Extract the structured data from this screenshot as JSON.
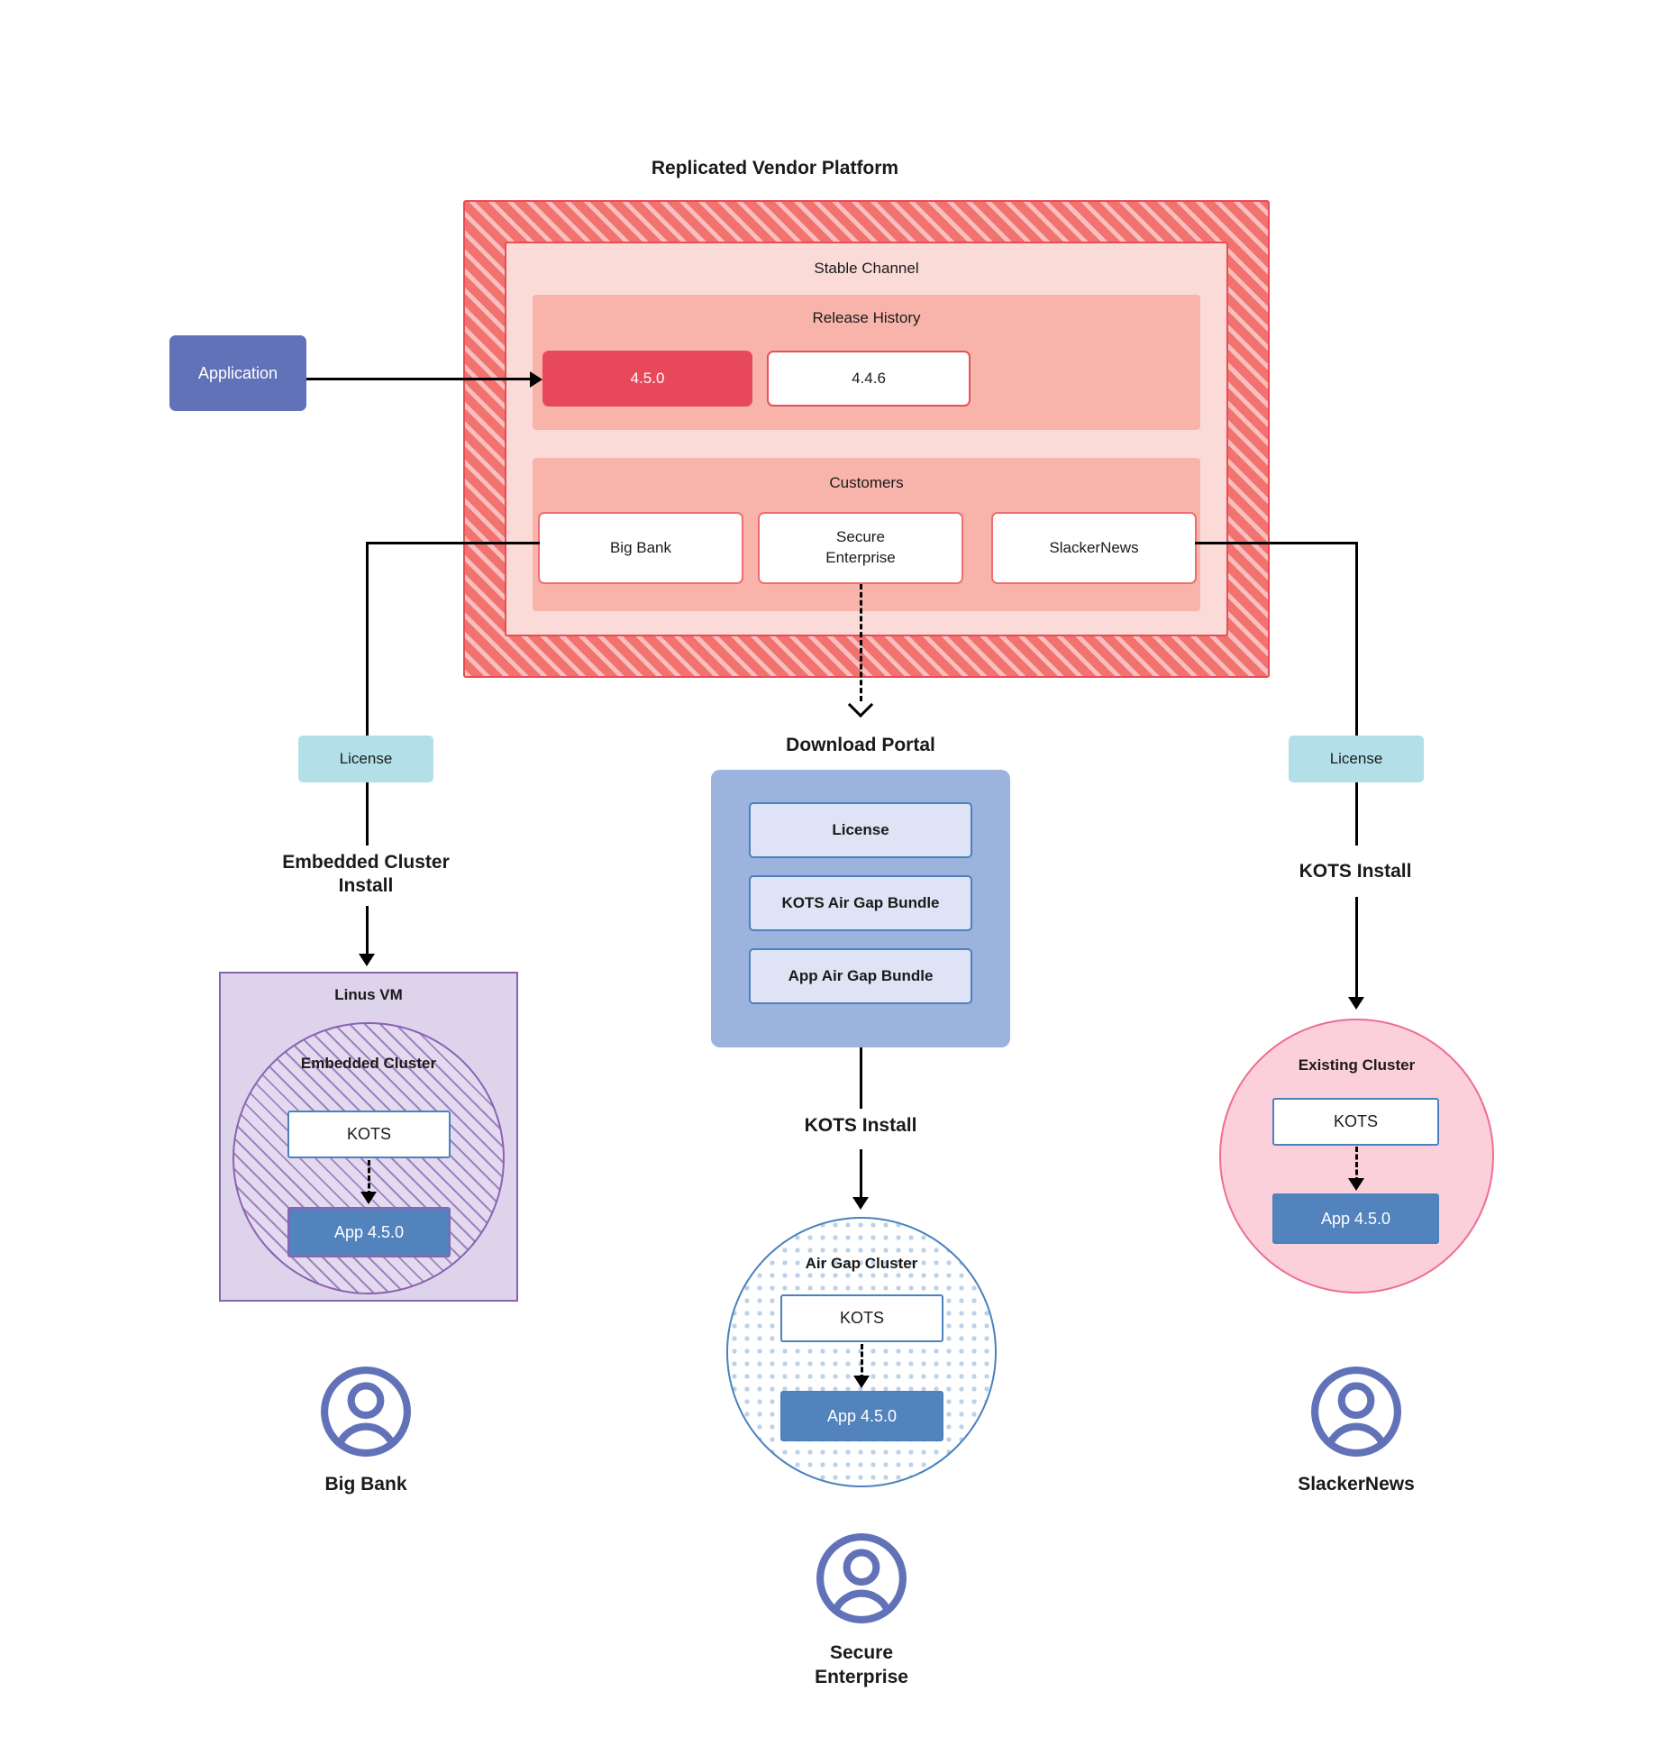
{
  "platform": {
    "title": "Replicated Vendor Platform",
    "channel_title": "Stable Channel",
    "release_history": {
      "title": "Release History",
      "releases": [
        {
          "version": "4.5.0",
          "state": "current"
        },
        {
          "version": "4.4.6",
          "state": "previous"
        }
      ]
    },
    "customers": {
      "title": "Customers",
      "items": [
        {
          "name": "Big Bank"
        },
        {
          "name": "Secure\nEnterprise"
        },
        {
          "name": "SlackerNews"
        }
      ]
    }
  },
  "application": {
    "label": "Application"
  },
  "left_path": {
    "license_label": "License",
    "install_label": "Embedded Cluster\nInstall",
    "vm_label": "Linus VM",
    "cluster_label": "Embedded Cluster",
    "kots_label": "KOTS",
    "app_label": "App 4.5.0",
    "customer_name": "Big Bank"
  },
  "middle_path": {
    "portal_title": "Download  Portal",
    "portal_items": [
      {
        "label": "License"
      },
      {
        "label": "KOTS Air Gap Bundle"
      },
      {
        "label": "App Air Gap Bundle"
      }
    ],
    "install_label": "KOTS Install",
    "cluster_label": "Air Gap Cluster",
    "kots_label": "KOTS",
    "app_label": "App 4.5.0",
    "customer_name": "Secure\nEnterprise"
  },
  "right_path": {
    "license_label": "License",
    "install_label": "KOTS Install",
    "cluster_label": "Existing Cluster",
    "kots_label": "KOTS",
    "app_label": "App 4.5.0",
    "customer_name": "SlackerNews"
  },
  "colors": {
    "platform_fill": "#f1726f",
    "platform_border": "#ea4c53",
    "channel_fill": "#fadbd7",
    "band_fill": "#f8b4ab",
    "release_current": "#e8495a",
    "application": "#6272b8",
    "license": "#b3e0e8",
    "vm_fill": "#ddd4ec",
    "vm_border": "#8a63b0",
    "portal_fill": "#9cb3de",
    "portal_item": "#dee3f5",
    "app_blue": "#5283bd",
    "kots_border": "#4a82bd",
    "existing_fill": "#fbd0da",
    "existing_border": "#ef6d91",
    "avatar": "#6272b8"
  }
}
